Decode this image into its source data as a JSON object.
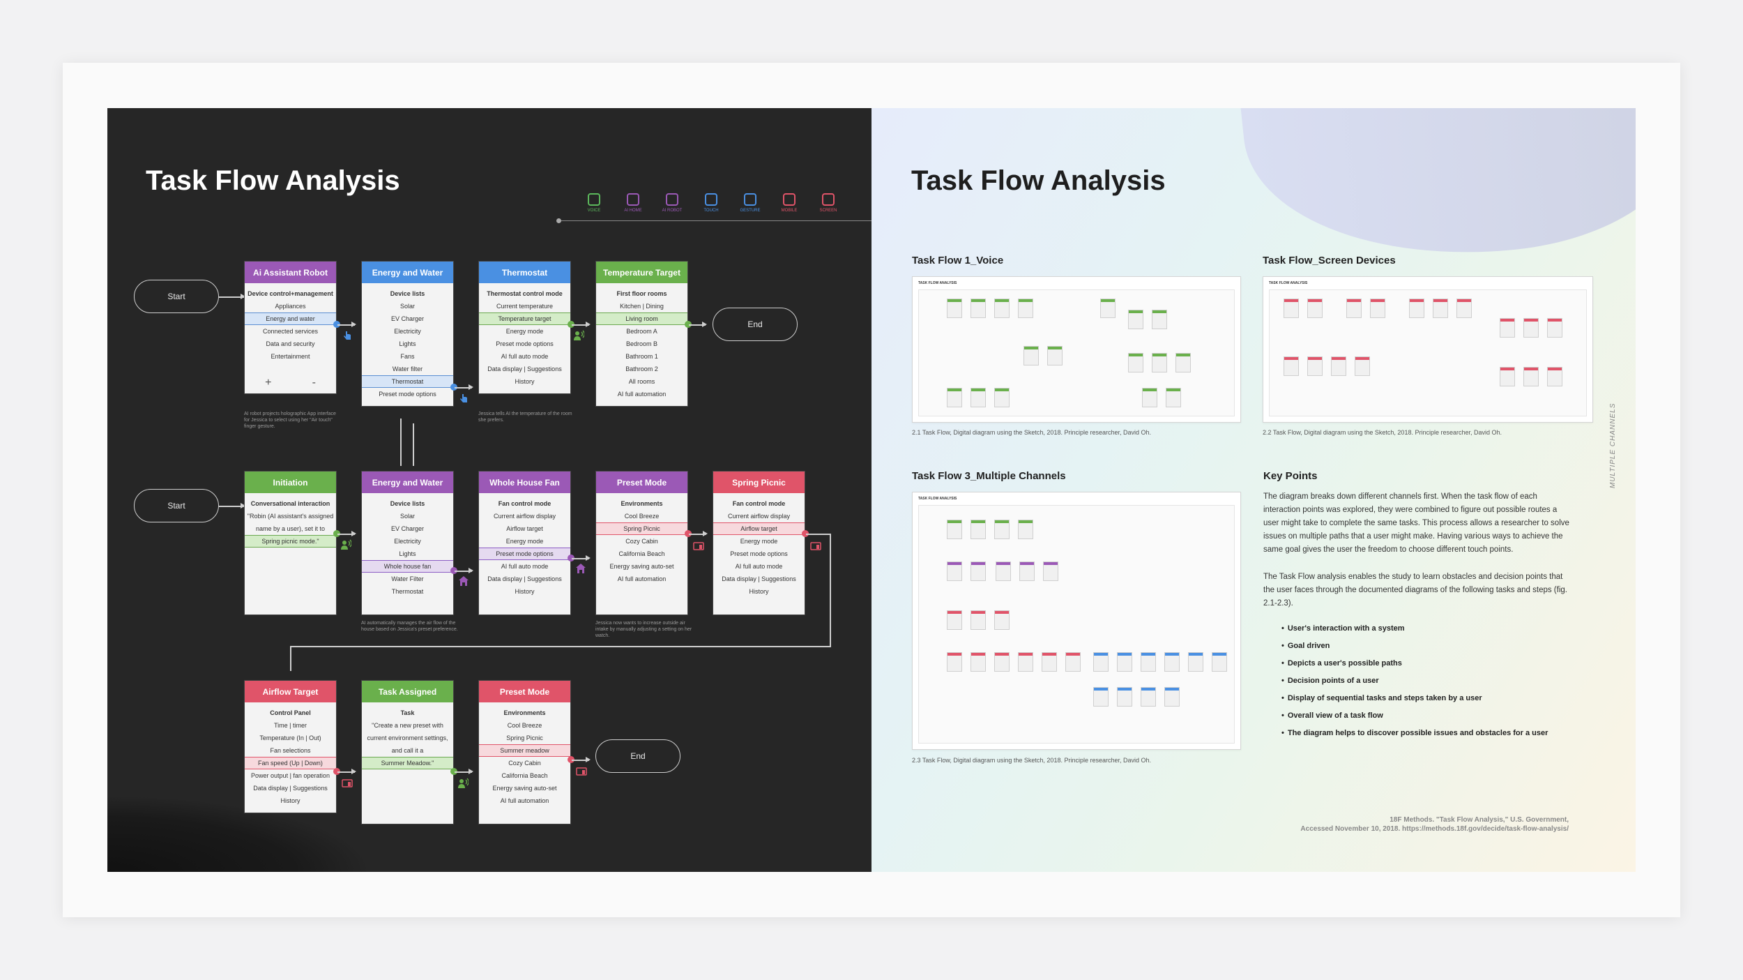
{
  "left_panel": {
    "title": "Task Flow Analysis",
    "legend": [
      {
        "label": "VOICE",
        "color": "#5cb85c",
        "icon": "voice-icon"
      },
      {
        "label": "AI HOME",
        "color": "#9b59b6",
        "icon": "ai-home-icon"
      },
      {
        "label": "AI ROBOT",
        "color": "#9b59b6",
        "icon": "ai-robot-icon"
      },
      {
        "label": "TOUCH",
        "color": "#4a90e2",
        "icon": "touch-icon"
      },
      {
        "label": "GESTURE",
        "color": "#4a90e2",
        "icon": "gesture-icon"
      },
      {
        "label": "MOBILE",
        "color": "#e05469",
        "icon": "mobile-icon"
      },
      {
        "label": "SCREEN",
        "color": "#e05469",
        "icon": "screen-icon"
      }
    ],
    "start_label": "Start",
    "end_label": "End",
    "row1": {
      "robot": {
        "header": "Ai Assistant Robot",
        "rows": [
          "Device control+management",
          "Appliances",
          "Energy and water",
          "Connected services",
          "Data and security",
          "Entertainment"
        ],
        "plus": "+",
        "minus": "-"
      },
      "energy": {
        "header": "Energy and Water",
        "rows": [
          "Device lists",
          "Solar",
          "EV Charger",
          "Electricity",
          "Lights",
          "Fans",
          "Water filter",
          "Thermostat",
          "Preset mode options"
        ]
      },
      "thermostat": {
        "header": "Thermostat",
        "rows": [
          "Thermostat control mode",
          "Current temperature",
          "Temperature target",
          "Energy mode",
          "Preset mode options",
          "AI full auto mode",
          "Data display | Suggestions",
          "History"
        ]
      },
      "temp_target": {
        "header": "Temperature Target",
        "rows": [
          "First floor rooms",
          "Kitchen | Dining",
          "Living room",
          "Bedroom A",
          "Bedroom B",
          "Bathroom 1",
          "Bathroom 2",
          "All rooms",
          "AI full automation"
        ]
      },
      "cap_robot": "AI robot projects holographic App interface for Jessica to select using her \"Air touch\" finger gesture.",
      "cap_thermo": "Jessica tells AI the temperature of the room she prefers."
    },
    "row2": {
      "initiation": {
        "header": "Initiation",
        "rows": [
          "Conversational interaction",
          "\"Robin (AI assistant's assigned",
          "name by a user), set it to",
          "Spring picnic mode.\""
        ]
      },
      "energy": {
        "header": "Energy and Water",
        "rows": [
          "Device lists",
          "Solar",
          "EV Charger",
          "Electricity",
          "Lights",
          "Whole house fan",
          "Water Filter",
          "Thermostat"
        ]
      },
      "fan": {
        "header": "Whole House Fan",
        "rows": [
          "Fan control mode",
          "Current airflow display",
          "Airflow target",
          "Energy mode",
          "Preset mode options",
          "AI full auto mode",
          "Data display | Suggestions",
          "History"
        ]
      },
      "preset": {
        "header": "Preset Mode",
        "rows": [
          "Environments",
          "Cool Breeze",
          "Spring Picnic",
          "Cozy Cabin",
          "California Beach",
          "Energy saving auto-set",
          "AI full automation"
        ]
      },
      "picnic": {
        "header": "Spring Picnic",
        "rows": [
          "Fan control mode",
          "Current airflow display",
          "Airflow target",
          "Energy mode",
          "Preset mode options",
          "AI full auto mode",
          "Data display | Suggestions",
          "History"
        ]
      },
      "cap_energy": "AI automatically manages the air flow of the house based on Jessica's preset preference.",
      "cap_preset": "Jessica now wants to increase outside air intake by manually adjusting a setting on her watch."
    },
    "row3": {
      "airflow": {
        "header": "Airflow Target",
        "rows": [
          "Control Panel",
          "Time | timer",
          "Temperature (In | Out)",
          "Fan selections",
          "Fan speed (Up | Down)",
          "Power output | fan operation",
          "Data display | Suggestions",
          "History"
        ]
      },
      "task": {
        "header": "Task Assigned",
        "rows": [
          "Task",
          "\"Create a new preset with",
          "current environment settings,",
          "and call it a",
          "Summer Meadow.\""
        ]
      },
      "preset": {
        "header": "Preset Mode",
        "rows": [
          "Environments",
          "Cool Breeze",
          "Spring Picnic",
          "Summer meadow",
          "Cozy Cabin",
          "California Beach",
          "Energy saving auto-set",
          "AI full automation"
        ]
      }
    }
  },
  "right_panel": {
    "title": "Task Flow Analysis",
    "side_label": "MULTIPLE CHANNELS",
    "thumb_header": "TASK FLOW ANALYSIS",
    "figures": [
      {
        "title": "Task Flow 1_Voice",
        "caption": "2.1  Task Flow, Digital diagram using the Sketch, 2018. Principle researcher, David Oh."
      },
      {
        "title": "Task Flow_Screen Devices",
        "caption": "2.2  Task Flow, Digital diagram using the Sketch, 2018. Principle researcher, David Oh."
      },
      {
        "title": "Task Flow 3_Multiple Channels",
        "caption": "2.3  Task Flow, Digital diagram using the Sketch, 2018. Principle researcher, David Oh."
      }
    ],
    "key_points": {
      "title": "Key Points",
      "para1": "The diagram breaks down different channels first. When the task flow of each interaction points was explored, they were combined to figure out possible routes a user might take to complete the same tasks. This process allows a researcher to solve issues on multiple paths that a user might make. Having various ways to achieve the same goal gives the user the freedom to choose different touch points.",
      "para2": "The Task Flow analysis enables the study to learn obstacles and decision points that the user faces through the documented diagrams of the following tasks and steps (fig. 2.1-2.3).",
      "bullets": [
        "User's interaction with a system",
        "Goal driven",
        "Depicts a user's possible paths",
        "Decision points of a user",
        "Display of sequential tasks and steps taken by a user",
        "Overall view of a task flow",
        "The diagram helps to discover possible issues and obstacles for a user"
      ]
    },
    "reference_line1": "18F Methods. \"Task Flow Analysis,\" U.S. Government,",
    "reference_line2": "Accessed November 10, 2018. https://methods.18f.gov/decide/task-flow-analysis/"
  },
  "colors": {
    "purple": "#9b59b6",
    "blue": "#4a90e2",
    "green": "#6ab04c",
    "red": "#e05469",
    "dark_bg": "#262626"
  }
}
